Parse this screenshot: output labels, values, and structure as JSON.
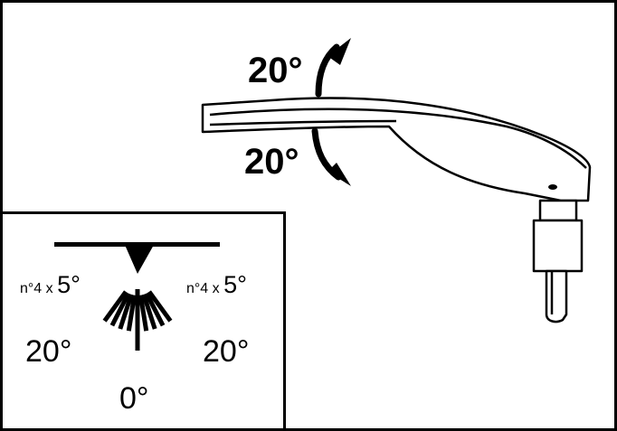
{
  "diagram": {
    "tilt_up_label": "20°",
    "tilt_down_label": "20°",
    "inset": {
      "left_step_prefix": "n°4 x ",
      "left_step_value": "5°",
      "right_step_prefix": "n°4 x ",
      "right_step_value": "5°",
      "left_limit": "20°",
      "right_limit": "20°",
      "center_value": "0°"
    }
  }
}
